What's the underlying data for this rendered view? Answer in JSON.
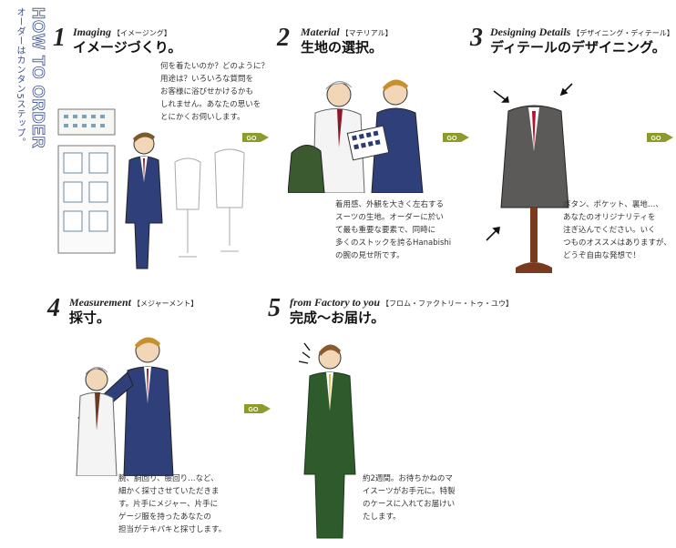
{
  "side": {
    "title": "HOW TO ORDER",
    "subtitle": "オーダーはカンタン5ステップ。"
  },
  "go_label": "GO",
  "steps": [
    {
      "num": "1",
      "en": "Imaging",
      "kana": "【イメージング】",
      "ja": "イメージづくり。",
      "desc": "何を着たいのか？どのように？\n用途は？いろいろな質問を\nお客様に浴びせかけるかも\nしれません。あなたの思いを\nとにかくお伺いします。"
    },
    {
      "num": "2",
      "en": "Material",
      "kana": "【マテリアル】",
      "ja": "生地の選択。",
      "desc": "着用感、外観を大きく左右する\nスーツの生地。オーダーに於い\nて最も重要な要素で、同時に\n多くのストックを誇るHanabishi\nの腕の見せ所です。"
    },
    {
      "num": "3",
      "en": "Designing Details",
      "kana": "【デザイニング・ディテール】",
      "ja": "ディテールのデザイニング。",
      "desc": "ボタン、ポケット、裏地…、\nあなたのオリジナリティを\n注ぎ込んでください。いく\nつものオススメはありますが、\nどうぞ自由な発想で！"
    },
    {
      "num": "4",
      "en": "Measurement",
      "kana": "【メジャーメント】",
      "ja": "採寸。",
      "desc": "腕、胴回り、腰回り…など、\n細かく採寸させていただきま\nす。片手にメジャー、片手に\nゲージ服を持ったあなたの\n担当がテキパキと採寸します。"
    },
    {
      "num": "5",
      "en": "from Factory to you",
      "kana": "【フロム・ファクトリー・トゥ・ユウ】",
      "ja": "完成～お届け。",
      "desc": "約2週間。お待ちかねのマ\nイスーツがお手元に。特製\nのケースに入れてお届けい\nたします。"
    }
  ]
}
